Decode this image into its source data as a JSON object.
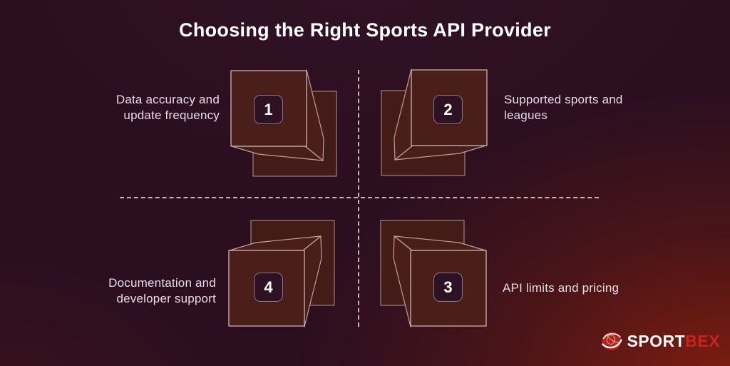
{
  "title": "Choosing the Right Sports API Provider",
  "quadrants": [
    {
      "number": "1",
      "lines": [
        "Data accuracy and",
        "update frequency"
      ]
    },
    {
      "number": "2",
      "lines": [
        "Supported sports and",
        "leagues"
      ]
    },
    {
      "number": "3",
      "lines": [
        "API limits and pricing"
      ]
    },
    {
      "number": "4",
      "lines": [
        "Documentation and",
        "developer support"
      ]
    }
  ],
  "logo": {
    "text_primary": "SPORT",
    "text_secondary": "BEX"
  },
  "icons": {
    "cube": "3d-cube-icon",
    "globe": "sportbex-globe-icon"
  },
  "colors": {
    "background": "#2b0f20",
    "glow_red": "#6b1a12",
    "cube_fill": "#4a1f1a",
    "cube_back_fill": "#431c17",
    "cube_stroke": "#c9aeab",
    "badge_fill": "#2d1224",
    "label_text": "#e9dce2",
    "title_text": "#ffffff",
    "brand_red": "#c8241e"
  }
}
